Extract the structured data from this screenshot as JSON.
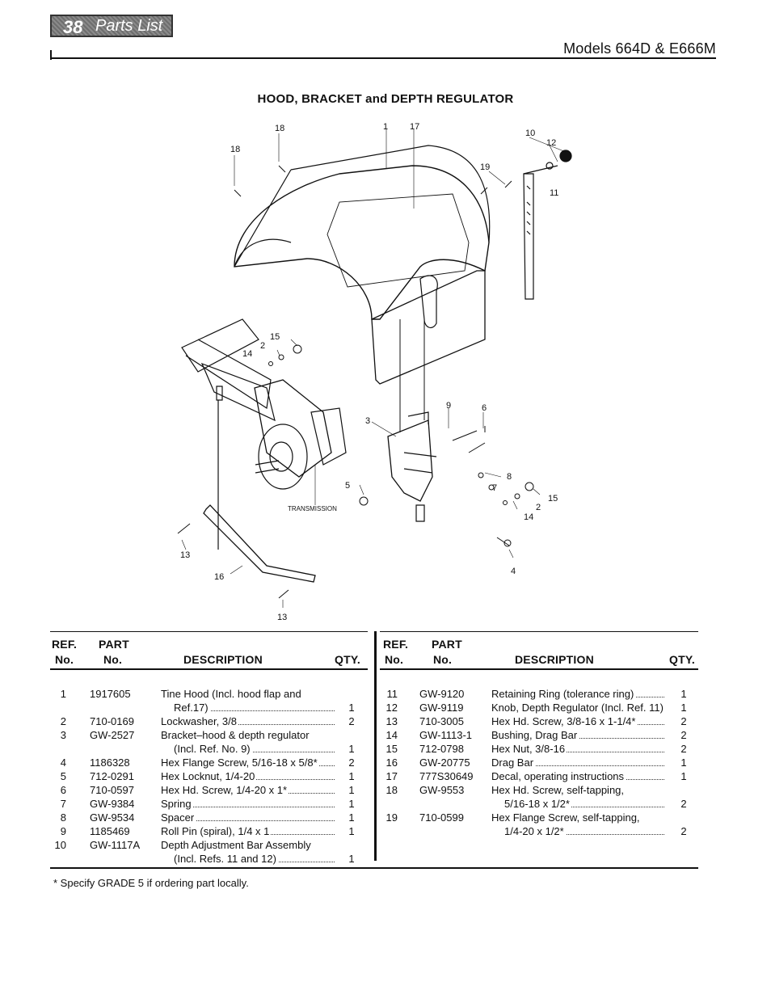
{
  "header": {
    "page_number": "38",
    "section_label": "Parts List",
    "models": "Models 664D & E666M"
  },
  "figure": {
    "title": "HOOD, BRACKET and DEPTH REGULATOR",
    "callouts": [
      "18",
      "18",
      "1",
      "17",
      "10",
      "12",
      "19",
      "11",
      "15",
      "2",
      "14",
      "9",
      "6",
      "3",
      "8",
      "7",
      "15",
      "2",
      "14",
      "5",
      "4",
      "13",
      "16",
      "13"
    ],
    "transmission_label": "TRANSMISSION"
  },
  "table_headers": {
    "ref_top": "REF.",
    "ref_bottom": "No.",
    "part_top": "PART",
    "part_bottom": "No.",
    "description": "DESCRIPTION",
    "qty": "QTY."
  },
  "left_rows": [
    {
      "ref": "1",
      "part": "1917605",
      "desc": "Tine Hood (Incl. hood flap and",
      "qty": ""
    },
    {
      "ref": "",
      "part": "",
      "desc": "Ref.17)",
      "qty": "1",
      "indent": true
    },
    {
      "ref": "2",
      "part": "710-0169",
      "desc": "Lockwasher, 3/8",
      "qty": "2"
    },
    {
      "ref": "3",
      "part": "GW-2527",
      "desc": "Bracket–hood & depth regulator",
      "qty": ""
    },
    {
      "ref": "",
      "part": "",
      "desc": "(Incl. Ref. No. 9)",
      "qty": "1",
      "indent": true
    },
    {
      "ref": "4",
      "part": "1186328",
      "desc": "Hex Flange Screw, 5/16-18 x 5/8*",
      "qty": "2"
    },
    {
      "ref": "5",
      "part": "712-0291",
      "desc": "Hex Locknut, 1/4-20",
      "qty": "1"
    },
    {
      "ref": "6",
      "part": "710-0597",
      "desc": "Hex Hd. Screw, 1/4-20 x 1*",
      "qty": "1"
    },
    {
      "ref": "7",
      "part": "GW-9384",
      "desc": "Spring",
      "qty": "1"
    },
    {
      "ref": "8",
      "part": "GW-9534",
      "desc": "Spacer",
      "qty": "1"
    },
    {
      "ref": "9",
      "part": "1185469",
      "desc": "Roll Pin (spiral), 1/4 x 1",
      "qty": "1"
    },
    {
      "ref": "10",
      "part": "GW-1117A",
      "desc": "Depth Adjustment Bar Assembly",
      "qty": ""
    },
    {
      "ref": "",
      "part": "",
      "desc": "(Incl. Refs. 11 and 12)",
      "qty": "1",
      "indent": true
    }
  ],
  "right_rows": [
    {
      "ref": "11",
      "part": "GW-9120",
      "desc": "Retaining Ring (tolerance ring)",
      "qty": "1"
    },
    {
      "ref": "12",
      "part": "GW-9119",
      "desc": "Knob, Depth Regulator (Incl. Ref. 11).",
      "qty": "1"
    },
    {
      "ref": "13",
      "part": "710-3005",
      "desc": "Hex Hd. Screw, 3/8-16 x 1-1/4*",
      "qty": "2"
    },
    {
      "ref": "14",
      "part": "GW-1113-1",
      "desc": "Bushing, Drag Bar",
      "qty": "2"
    },
    {
      "ref": "15",
      "part": "712-0798",
      "desc": "Hex Nut, 3/8-16",
      "qty": "2"
    },
    {
      "ref": "16",
      "part": "GW-20775",
      "desc": "Drag Bar",
      "qty": "1"
    },
    {
      "ref": "17",
      "part": "777S30649",
      "desc": "Decal, operating instructions",
      "qty": "1"
    },
    {
      "ref": "18",
      "part": "GW-9553",
      "desc": "Hex Hd. Screw, self-tapping,",
      "qty": ""
    },
    {
      "ref": "",
      "part": "",
      "desc": "5/16-18 x 1/2*",
      "qty": "2",
      "indent": true
    },
    {
      "ref": "19",
      "part": "710-0599",
      "desc": "Hex Flange Screw, self-tapping,",
      "qty": ""
    },
    {
      "ref": "",
      "part": "",
      "desc": "1/4-20 x 1/2*",
      "qty": "2",
      "indent": true
    }
  ],
  "footnote": "* Specify GRADE 5 if ordering part locally."
}
